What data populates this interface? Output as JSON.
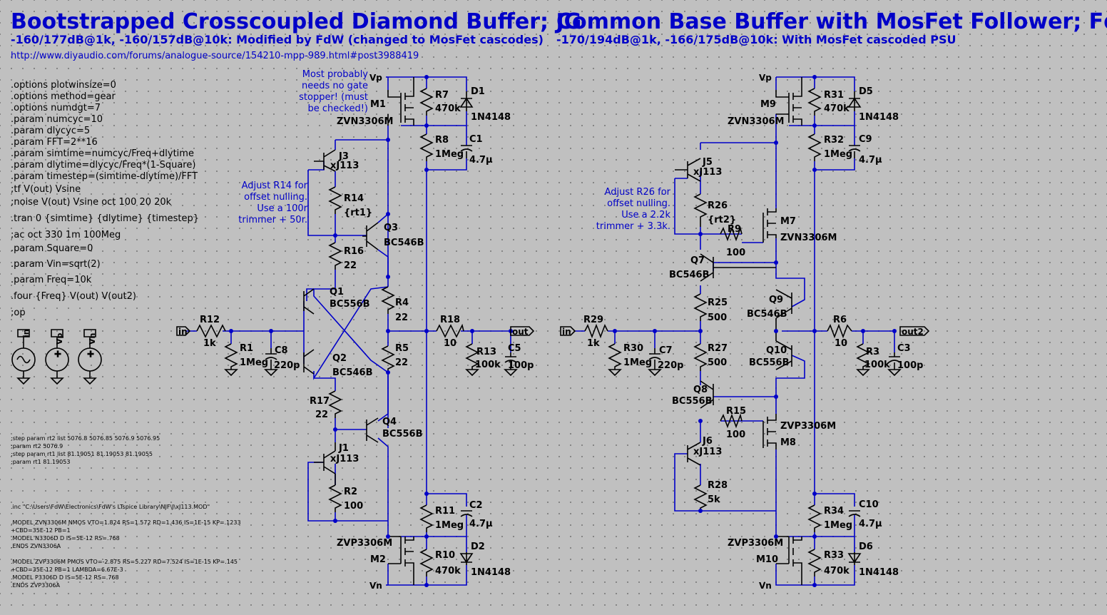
{
  "left_title": "Bootstrapped Crosscoupled Diamond Buffer; JG",
  "left_subtitle": "-160/177dB@1k, -160/157dB@10k: Modified by FdW (changed to MosFet cascodes)",
  "left_url": "http://www.diyaudio.com/forums/analogue-source/154210-mpp-989.html#post3988419",
  "right_title": "Common Base Buffer with MosFet Follower; FdW",
  "right_subtitle": "-170/194dB@1k, -166/175dB@10k: With MosFet cascoded PSU",
  "directives": [
    ".options plotwinsize=0",
    ".options method=gear",
    ".options numdgt=7",
    ".param numcyc=10",
    ".param dlycyc=5",
    ".param FFT=2**16",
    ".param simtime=numcyc/Freq+dlytime",
    ".param dlytime=dlycyc/Freq*(1-Square)",
    ".param timestep=(simtime-dlytime)/FFT",
    ";tf V(out) Vsine",
    ";noise V(out) Vsine oct 100 20 20k",
    ".tran 0 {simtime} {dlytime} {timestep}",
    ";ac oct 330 1m 100Meg",
    ".param Square=0",
    ".param Vin=sqrt(2)",
    ".param Freq=10k",
    ".four {Freq} V(out) V(out2)",
    ";op"
  ],
  "step_lines": [
    ";step param rt2 list 5076.8 5076.85 5076.9 5076.95",
    ";param rt2 5076.9",
    ";step param rt1 list 81.19051 81.19053 81.19055",
    ";param rt1 81.19053"
  ],
  "model_lines": [
    ".inc \"C:\\Users\\FdW\\Electronics\\FdW's LTspice Library\\NJF\\J\\xJ113.MOD\"",
    "",
    ".MODEL ZVN3306M NMOS VTO=1.824 RS=1.572 RD=1.436 IS=1E-15 KP=.1233",
    "+CBD=35E-12 PB=1",
    ".MODEL N3306D D IS=5E-12 RS=.768",
    ".ENDS ZVN3306A",
    "",
    ".MODEL ZVP3306M PMOS VTO=-2.875 RS=5.227 RD=7.524 IS=1E-15 KP=.145",
    "+CBD=35E-12 PB=1 LAMBDA=6.67E-3",
    ".MODEL P3306D D IS=5E-12 RS=.768",
    ".ENDS ZVP3306A"
  ],
  "sources": {
    "in": "in",
    "vp": "Vp",
    "vn": "Vn"
  },
  "notes": {
    "gate_stopper": [
      "Most probably",
      "needs no gate",
      "stopper! (must",
      "be checked!)"
    ],
    "r14_adjust": [
      "Adjust R14 for",
      "offset nulling.",
      "Use a 100r",
      "trimmer + 50r."
    ],
    "r26_adjust": [
      "Adjust R26 for",
      "offset nulling.",
      "Use a 2.2k",
      "trimmer + 3.3k."
    ]
  },
  "left_nets": {
    "in": "in",
    "out": "out",
    "vp": "Vp",
    "vn": "Vn"
  },
  "right_nets": {
    "in": "in",
    "out": "out2",
    "vp": "Vp",
    "vn": "Vn"
  },
  "left_labels": {
    "M1": "M1",
    "M1m": "ZVN3306M",
    "R7": "R7",
    "R7v": "470k",
    "D1": "D1",
    "D1m": "1N4148",
    "R8": "R8",
    "R8v": "1Meg",
    "C1": "C1",
    "C1v": "4.7µ",
    "J3": "J3",
    "J3m": "xJ113",
    "R14": "R14",
    "R14v": "{rt1}",
    "Q3": "Q3",
    "Q3m": "BC546B",
    "R16": "R16",
    "R16v": "22",
    "Q1": "Q1",
    "Q1m": "BC556B",
    "R4": "R4",
    "R4v": "22",
    "R12": "R12",
    "R12v": "1k",
    "R1": "R1",
    "R1v": "1Meg",
    "C8": "C8",
    "C8v": "220p",
    "R18": "R18",
    "R18v": "10",
    "R13": "R13",
    "R13v": "100k",
    "C5": "C5",
    "C5v": "100p",
    "Q2": "Q2",
    "Q2m": "BC546B",
    "R5": "R5",
    "R5v": "22",
    "R17": "R17",
    "R17v": "22",
    "Q4": "Q4",
    "Q4m": "BC556B",
    "J1": "J1",
    "J1m": "xJ113",
    "R2": "R2",
    "R2v": "100",
    "R11": "R11",
    "R11v": "1Meg",
    "C2": "C2",
    "C2v": "4.7µ",
    "M2m": "ZVP3306M",
    "M2": "M2",
    "R10": "R10",
    "R10v": "470k",
    "D2": "D2",
    "D2m": "1N4148"
  },
  "right_labels": {
    "M9": "M9",
    "M9m": "ZVN3306M",
    "R31": "R31",
    "R31v": "470k",
    "D5": "D5",
    "D5m": "1N4148",
    "R32": "R32",
    "R32v": "1Meg",
    "C9": "C9",
    "C9v": "4.7µ",
    "J5": "J5",
    "J5m": "xJ113",
    "R26": "R26",
    "R26v": "{rt2}",
    "M7": "M7",
    "M7m": "ZVN3306M",
    "R9": "R9",
    "R9v": "100",
    "Q7": "Q7",
    "Q7m": "BC546B",
    "Q9": "Q9",
    "Q9m": "BC546B",
    "R25": "R25",
    "R25v": "500",
    "R29": "R29",
    "R29v": "1k",
    "R30": "R30",
    "R30v": "1Meg",
    "C7": "C7",
    "C7v": "220p",
    "R6": "R6",
    "R6v": "10",
    "R3": "R3",
    "R3v": "100k",
    "C3": "C3",
    "C3v": "100p",
    "R27": "R27",
    "R27v": "500",
    "Q10": "Q10",
    "Q10m": "BC556B",
    "Q8": "Q8",
    "Q8m": "BC556B",
    "R15": "R15",
    "R15v": "100",
    "M8m": "ZVP3306M",
    "M8": "M8",
    "J6": "J6",
    "J6m": "xJ113",
    "R28": "R28",
    "R28v": "5k",
    "R34": "R34",
    "R34v": "1Meg",
    "C10": "C10",
    "C10v": "4.7µ",
    "M10m": "ZVP3306M",
    "M10": "M10",
    "R33": "R33",
    "R33v": "470k",
    "D6": "D6",
    "D6m": "1N4148"
  }
}
